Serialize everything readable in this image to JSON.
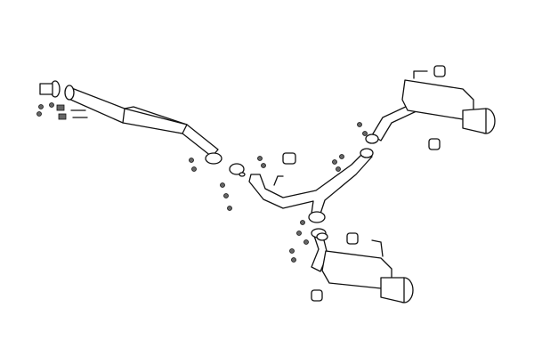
{
  "diagram": {
    "subject": "exhaust-system-exploded-view",
    "colors": {
      "line": "#111111",
      "background": "#ffffff",
      "hardware": "#666666"
    },
    "parts": [
      "front-pipe",
      "resonator",
      "y-pipe",
      "right-muffler",
      "left-muffler",
      "tailpipe-tip",
      "rubber-hanger",
      "gasket",
      "bolt",
      "nut",
      "spring"
    ]
  }
}
